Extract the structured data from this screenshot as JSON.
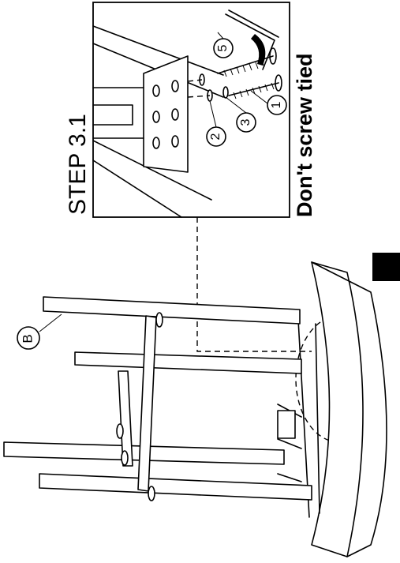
{
  "diagram": {
    "step_label": "STEP 3.1",
    "warning_label": "Don't screw tied",
    "part_label": "B",
    "callouts": [
      "1",
      "2",
      "3",
      "5"
    ]
  }
}
